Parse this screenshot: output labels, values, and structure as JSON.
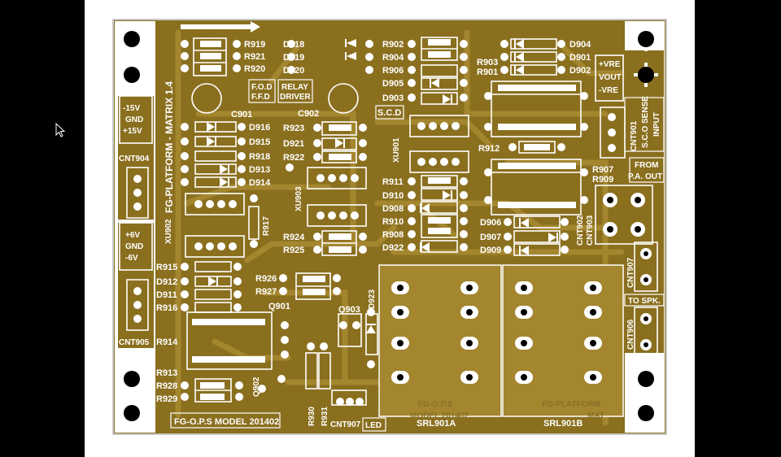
{
  "board": {
    "title": "FG-PLATFORM - MATRIX 1.4",
    "model": "FG-O.P.S MODEL 201402",
    "colors": {
      "copper": "#8a6f1e",
      "trace": "#a4862f",
      "silk": "#ffffff",
      "pad": "#ffffff",
      "hole": "#000000",
      "background": "#000000",
      "panel": "#ffffff"
    }
  },
  "labels": {
    "r919": "R919",
    "r921": "R921",
    "r920": "R920",
    "d918": "D918",
    "d919": "D919",
    "d920": "D920",
    "fod": "F.O.D",
    "ffd": "F.F.D",
    "relay1": "RELAY",
    "relay2": "DRIVER",
    "c901": "C901",
    "c902": "C902",
    "d916": "D916",
    "d915": "D915",
    "r918": "R918",
    "d913": "D913",
    "d914": "D914",
    "r923": "R923",
    "d921": "D921",
    "r922": "R922",
    "xu903": "XU903",
    "xu902": "XU902",
    "xu901": "XU901",
    "r917": "R917",
    "r924": "R924",
    "r925": "R925",
    "r915": "R915",
    "d912": "D912",
    "d911": "D911",
    "r916": "R916",
    "r926": "R926",
    "r927": "R927",
    "q901": "Q901",
    "q902": "Q902",
    "q903": "Q903",
    "d923": "D923",
    "r914": "R914",
    "r913": "R913",
    "r928": "R928",
    "r929": "R929",
    "r930": "R930",
    "r931": "R931",
    "cnt907a": "CNT907",
    "cnt907b": "CNT907",
    "led": "LED",
    "cnt904": "CNT904",
    "cnt905": "CNT905",
    "cnt906": "CNT906",
    "cnt901": "CNT901",
    "cnt902": "CNT902",
    "cnt903": "CNT903",
    "psu1": "-15V",
    "psu2": "GND",
    "psu3": "+15V",
    "psu4": "+6V",
    "psu5": "GND",
    "psu6": "-6V",
    "vre1": "+VRE",
    "vre2": "VOUT",
    "vre3": "-VRE",
    "sco1": "S.C.O SENSE",
    "sco2": "INPUT",
    "from1": "FROM",
    "from2": "P.A. OUT",
    "spk": "TO SPK.",
    "scd": "S.C.D",
    "r902": "R902",
    "r904": "R904",
    "r906": "R906",
    "d905": "D905",
    "d903": "D903",
    "r903": "R903",
    "r901": "R901",
    "d904": "D904",
    "d901": "D901",
    "d902": "D902",
    "r912": "R912",
    "r907": "R907",
    "r909": "R909",
    "r911": "R911",
    "d910": "D910",
    "d908": "D908",
    "r910": "R910",
    "r908": "R908",
    "d922": "D922",
    "d906": "D906",
    "d907": "D907",
    "d909": "D909",
    "srl901a": "SRL901A",
    "srl901b": "SRL901B",
    "ghost1": "FG-O.P.S",
    "ghost2": "MODEL 201402",
    "ghost3": "FG-PLATFORM",
    "ghost4": "MAT"
  }
}
